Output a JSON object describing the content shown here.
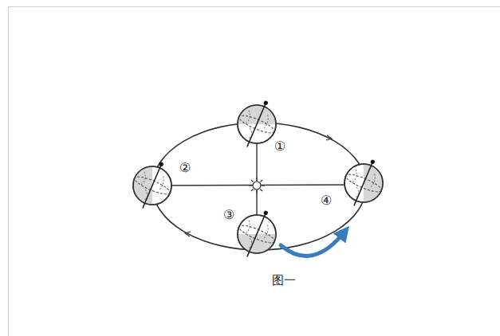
{
  "diagram": {
    "caption": "图一",
    "labels": [
      "①",
      "②",
      "③",
      "④"
    ]
  }
}
